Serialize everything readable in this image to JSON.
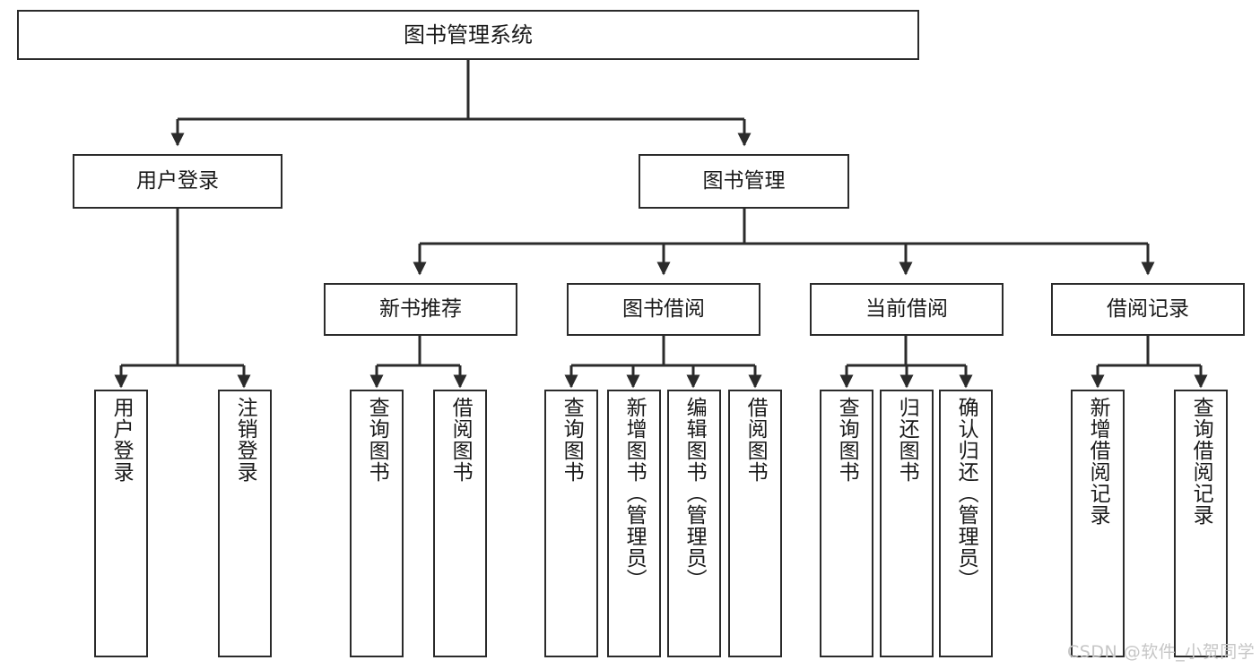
{
  "diagram": {
    "title": "图书管理系统",
    "type": "tree-hierarchy-chart",
    "stroke_color": "#2b2b2b",
    "fill_color": "#ffffff",
    "nodes": {
      "root": {
        "label": "图书管理系统"
      },
      "level2": [
        {
          "id": "user-login",
          "label": "用户登录"
        },
        {
          "id": "book-management",
          "label": "图书管理"
        }
      ],
      "level3": [
        {
          "id": "new-book-recommend",
          "label": "新书推荐"
        },
        {
          "id": "book-borrow",
          "label": "图书借阅"
        },
        {
          "id": "current-borrow",
          "label": "当前借阅"
        },
        {
          "id": "borrow-record",
          "label": "借阅记录"
        }
      ],
      "leaves": {
        "user-login": [
          {
            "id": "leaf-user-login",
            "label": "用户登录"
          },
          {
            "id": "leaf-logout-login",
            "label": "注销登录"
          }
        ],
        "new-book-recommend": [
          {
            "id": "leaf-query-book-1",
            "label": "查询图书"
          },
          {
            "id": "leaf-borrow-book-1",
            "label": "借阅图书"
          }
        ],
        "book-borrow": [
          {
            "id": "leaf-query-book-2",
            "label": "查询图书"
          },
          {
            "id": "leaf-add-book",
            "label": "新增图书（管理员）"
          },
          {
            "id": "leaf-edit-book",
            "label": "编辑图书（管理员）"
          },
          {
            "id": "leaf-borrow-book-2",
            "label": "借阅图书"
          }
        ],
        "current-borrow": [
          {
            "id": "leaf-query-book-3",
            "label": "查询图书"
          },
          {
            "id": "leaf-return-book",
            "label": "归还图书"
          },
          {
            "id": "leaf-confirm-return",
            "label": "确认归还（管理员）"
          }
        ],
        "borrow-record": [
          {
            "id": "leaf-add-record",
            "label": "新增借阅记录"
          },
          {
            "id": "leaf-query-record",
            "label": "查询借阅记录"
          }
        ]
      }
    }
  },
  "watermark": {
    "text": "CSDN @软件_小贺同学"
  }
}
